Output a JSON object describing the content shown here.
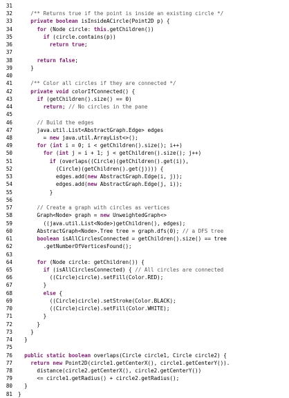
{
  "colors": {
    "keyword": "#7b1e6f",
    "comment": "#555555",
    "plain": "#000000"
  },
  "lines": [
    {
      "n": "31",
      "t": []
    },
    {
      "n": "32",
      "t": [
        {
          "c": "cm",
          "s": "    /** Returns true if the point is inside an existing circle */"
        }
      ]
    },
    {
      "n": "33",
      "t": [
        {
          "c": "pl",
          "s": "    "
        },
        {
          "c": "kw",
          "s": "private boolean"
        },
        {
          "c": "pl",
          "s": " isInsideACircle(Point2D p) {"
        }
      ]
    },
    {
      "n": "34",
      "t": [
        {
          "c": "pl",
          "s": "      "
        },
        {
          "c": "kw",
          "s": "for"
        },
        {
          "c": "pl",
          "s": " (Node circle: "
        },
        {
          "c": "kw",
          "s": "this"
        },
        {
          "c": "pl",
          "s": ".getChildren())"
        }
      ]
    },
    {
      "n": "35",
      "t": [
        {
          "c": "pl",
          "s": "        "
        },
        {
          "c": "kw",
          "s": "if"
        },
        {
          "c": "pl",
          "s": " (circle.contains(p))"
        }
      ]
    },
    {
      "n": "36",
      "t": [
        {
          "c": "pl",
          "s": "          "
        },
        {
          "c": "kw",
          "s": "return true"
        },
        {
          "c": "pl",
          "s": ";"
        }
      ]
    },
    {
      "n": "37",
      "t": []
    },
    {
      "n": "38",
      "t": [
        {
          "c": "pl",
          "s": "      "
        },
        {
          "c": "kw",
          "s": "return false"
        },
        {
          "c": "pl",
          "s": ";"
        }
      ]
    },
    {
      "n": "39",
      "t": [
        {
          "c": "pl",
          "s": "    }"
        }
      ]
    },
    {
      "n": "40",
      "t": []
    },
    {
      "n": "41",
      "t": [
        {
          "c": "cm",
          "s": "    /** Color all circles if they are connected */"
        }
      ]
    },
    {
      "n": "42",
      "t": [
        {
          "c": "pl",
          "s": "    "
        },
        {
          "c": "kw",
          "s": "private void"
        },
        {
          "c": "pl",
          "s": " colorIfConnected() {"
        }
      ]
    },
    {
      "n": "43",
      "t": [
        {
          "c": "pl",
          "s": "      "
        },
        {
          "c": "kw",
          "s": "if"
        },
        {
          "c": "pl",
          "s": " (getChildren().size() == 0)"
        }
      ]
    },
    {
      "n": "44",
      "t": [
        {
          "c": "pl",
          "s": "        "
        },
        {
          "c": "kw",
          "s": "return"
        },
        {
          "c": "pl",
          "s": "; "
        },
        {
          "c": "cm",
          "s": "// No circles in the pane"
        }
      ]
    },
    {
      "n": "45",
      "t": []
    },
    {
      "n": "46",
      "t": [
        {
          "c": "cm",
          "s": "      // Build the edges"
        }
      ]
    },
    {
      "n": "47",
      "t": [
        {
          "c": "pl",
          "s": "      java.util.List<AbstractGraph.Edge> edges"
        }
      ]
    },
    {
      "n": "48",
      "t": [
        {
          "c": "pl",
          "s": "        = "
        },
        {
          "c": "kw",
          "s": "new"
        },
        {
          "c": "pl",
          "s": " java.util.ArrayList<>();"
        }
      ]
    },
    {
      "n": "49",
      "t": [
        {
          "c": "pl",
          "s": "      "
        },
        {
          "c": "kw",
          "s": "for"
        },
        {
          "c": "pl",
          "s": " ("
        },
        {
          "c": "kw",
          "s": "int"
        },
        {
          "c": "pl",
          "s": " i = 0; i < getChildren().size(); i++)"
        }
      ]
    },
    {
      "n": "50",
      "t": [
        {
          "c": "pl",
          "s": "        "
        },
        {
          "c": "kw",
          "s": "for"
        },
        {
          "c": "pl",
          "s": " ("
        },
        {
          "c": "kw",
          "s": "int"
        },
        {
          "c": "pl",
          "s": " j = i + 1; j < getChildren().size(); j++)"
        }
      ]
    },
    {
      "n": "51",
      "t": [
        {
          "c": "pl",
          "s": "          "
        },
        {
          "c": "kw",
          "s": "if"
        },
        {
          "c": "pl",
          "s": " (overlaps((Circle)(getChildren().get(i)),"
        }
      ]
    },
    {
      "n": "52",
      "t": [
        {
          "c": "pl",
          "s": "            (Circle)(getChildren().get(j)))) {"
        }
      ]
    },
    {
      "n": "53",
      "t": [
        {
          "c": "pl",
          "s": "            edges.add("
        },
        {
          "c": "kw",
          "s": "new"
        },
        {
          "c": "pl",
          "s": " AbstractGraph.Edge(i, j));"
        }
      ]
    },
    {
      "n": "54",
      "t": [
        {
          "c": "pl",
          "s": "            edges.add("
        },
        {
          "c": "kw",
          "s": "new"
        },
        {
          "c": "pl",
          "s": " AbstractGraph.Edge(j, i));"
        }
      ]
    },
    {
      "n": "55",
      "t": [
        {
          "c": "pl",
          "s": "          }"
        }
      ]
    },
    {
      "n": "56",
      "t": []
    },
    {
      "n": "57",
      "t": [
        {
          "c": "cm",
          "s": "      // Create a graph with circles as vertices"
        }
      ]
    },
    {
      "n": "58",
      "t": [
        {
          "c": "pl",
          "s": "      Graph<Node> graph = "
        },
        {
          "c": "kw",
          "s": "new"
        },
        {
          "c": "pl",
          "s": " UnweightedGraph<>"
        }
      ]
    },
    {
      "n": "59",
      "t": [
        {
          "c": "pl",
          "s": "        ((java.util.List<Node>)getChildren(), edges);"
        }
      ]
    },
    {
      "n": "60",
      "t": [
        {
          "c": "pl",
          "s": "      AbstractGraph<Node>.Tree tree = graph.dfs(0); "
        },
        {
          "c": "cm",
          "s": "// a DFS tree"
        }
      ]
    },
    {
      "n": "61",
      "t": [
        {
          "c": "pl",
          "s": "      "
        },
        {
          "c": "kw",
          "s": "boolean"
        },
        {
          "c": "pl",
          "s": " isAllCirclesConnected = getChildren().size() == tree"
        }
      ]
    },
    {
      "n": "62",
      "t": [
        {
          "c": "pl",
          "s": "        .getNumberOfVerticesFound();"
        }
      ]
    },
    {
      "n": "63",
      "t": []
    },
    {
      "n": "64",
      "t": [
        {
          "c": "pl",
          "s": "      "
        },
        {
          "c": "kw",
          "s": "for"
        },
        {
          "c": "pl",
          "s": " (Node circle: getChildren()) {"
        }
      ]
    },
    {
      "n": "65",
      "t": [
        {
          "c": "pl",
          "s": "        "
        },
        {
          "c": "kw",
          "s": "if"
        },
        {
          "c": "pl",
          "s": " (isAllCirclesConnected) { "
        },
        {
          "c": "cm",
          "s": "// All circles are connected"
        }
      ]
    },
    {
      "n": "66",
      "t": [
        {
          "c": "pl",
          "s": "          ((Circle)circle).setFill(Color.RED);"
        }
      ]
    },
    {
      "n": "67",
      "t": [
        {
          "c": "pl",
          "s": "        }"
        }
      ]
    },
    {
      "n": "68",
      "t": [
        {
          "c": "pl",
          "s": "        "
        },
        {
          "c": "kw",
          "s": "else"
        },
        {
          "c": "pl",
          "s": " {"
        }
      ]
    },
    {
      "n": "69",
      "t": [
        {
          "c": "pl",
          "s": "          ((Circle)circle).setStroke(Color.BLACK);"
        }
      ]
    },
    {
      "n": "70",
      "t": [
        {
          "c": "pl",
          "s": "          ((Circle)circle).setFill(Color.WHITE);"
        }
      ]
    },
    {
      "n": "71",
      "t": [
        {
          "c": "pl",
          "s": "        }"
        }
      ]
    },
    {
      "n": "72",
      "t": [
        {
          "c": "pl",
          "s": "      }"
        }
      ]
    },
    {
      "n": "73",
      "t": [
        {
          "c": "pl",
          "s": "    }"
        }
      ]
    },
    {
      "n": "74",
      "t": [
        {
          "c": "pl",
          "s": "  }"
        }
      ]
    },
    {
      "n": "75",
      "t": []
    },
    {
      "n": "76",
      "t": [
        {
          "c": "pl",
          "s": "  "
        },
        {
          "c": "kw",
          "s": "public static boolean"
        },
        {
          "c": "pl",
          "s": " overlaps(Circle circle1, Circle circle2) {"
        }
      ]
    },
    {
      "n": "77",
      "t": [
        {
          "c": "pl",
          "s": "    "
        },
        {
          "c": "kw",
          "s": "return new"
        },
        {
          "c": "pl",
          "s": " Point2D(circle1.getCenterX(), circle1.getCenterY())."
        }
      ]
    },
    {
      "n": "78",
      "t": [
        {
          "c": "pl",
          "s": "      distance(circle2.getCenterX(), circle2.getCenterY())"
        }
      ]
    },
    {
      "n": "79",
      "t": [
        {
          "c": "pl",
          "s": "      <= circle1.getRadius() + circle2.getRadius();"
        }
      ]
    },
    {
      "n": "80",
      "t": [
        {
          "c": "pl",
          "s": "  }"
        }
      ]
    },
    {
      "n": "81",
      "t": [
        {
          "c": "pl",
          "s": "}"
        }
      ]
    }
  ]
}
